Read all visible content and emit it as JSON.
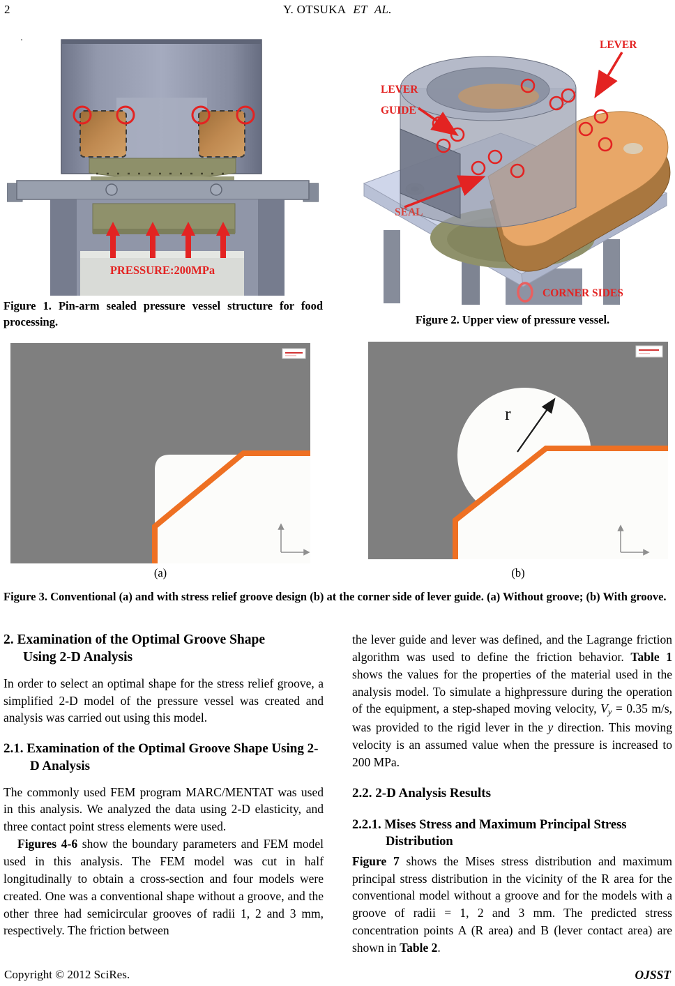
{
  "header": {
    "page_number": "2",
    "running_head_roman": "Y. OTSUKA",
    "running_head_italic1": "ET",
    "running_head_italic2": "AL."
  },
  "figure1": {
    "pressure_label": "PRESSURE:200MPa",
    "caption": "Figure 1. Pin-arm sealed pressure vessel structure for food processing."
  },
  "figure2": {
    "label_lever": "LEVER",
    "label_lever_guide_line1": "LEVER",
    "label_lever_guide_line2": "GUIDE",
    "label_seal": "SEAL",
    "label_corner_sides": "CORNER SIDES",
    "caption": "Figure 2. Upper view of pressure vessel."
  },
  "figure3": {
    "radius_label": "r",
    "tag_a": "(a)",
    "tag_b": "(b)",
    "caption": "Figure 3. Conventional (a) and with stress relief groove design (b) at the corner side of lever guide. (a) Without groove; (b) With groove."
  },
  "content": {
    "left": {
      "h2": "2. Examination of the Optimal Groove Shape Using 2-D Analysis",
      "p1": "In order to select an optimal shape for the stress relief groove, a simplified 2-D model of the pressure vessel was created and analysis was carried out using this model.",
      "h21": "2.1. Examination of the Optimal Groove Shape Using 2-D Analysis",
      "p2": "The commonly used FEM program MARC/MENTAT was used in this analysis. We analyzed the data using 2-D elasticity, and three contact point stress elements were used.",
      "p3_bold": "Figures 4-6",
      "p3_rest": " show the boundary parameters and FEM model used in this analysis. The FEM model was cut in half longitudinally to obtain a cross-section and four models were created. One was a conventional shape without a groove, and the other three had semicircular grooves of radii 1, 2 and 3 mm, respectively. The friction between"
    },
    "right": {
      "p1_a": "the lever guide and lever was defined, and the Lagrange friction algorithm was used to define the friction behavior. ",
      "p1_table1": "Table 1",
      "p1_b": " shows the values for the properties of the material used in the analysis model. To simulate a highpressure during the operation of the equipment, a step-shaped moving velocity, ",
      "p1_v": "V",
      "p1_vsub": "y",
      "p1_c": " = 0.35 m/s, was provided to the rigid lever in the ",
      "p1_y": "y",
      "p1_d": " direction. This moving velocity is an assumed value when the pressure is increased to 200 MPa.",
      "h22": "2.2. 2-D Analysis Results",
      "h221": "2.2.1. Mises Stress and Maximum Principal Stress Distribution",
      "p2_fig7": "Figure 7",
      "p2_a": " shows the Mises stress distribution and maximum principal stress distribution in the vicinity of the R area for the conventional model without a groove and for the models with a groove of radii = 1, 2 and 3 mm. The predicted stress concentration points A (R area) and B (lever contact area) are shown in ",
      "p2_table2": "Table 2",
      "p2_b": "."
    }
  },
  "footer": {
    "copyright": "Copyright © 2012 SciRes.",
    "journal": "OJSST"
  },
  "colors": {
    "annotation_red": "#e32322",
    "groove_orange": "#ee7023",
    "fem_gray": "#7f7f7f",
    "lever_tan": "#cf9a60",
    "plate_lavender": "#cfd6ea",
    "seal_olive": "#8f916b"
  }
}
